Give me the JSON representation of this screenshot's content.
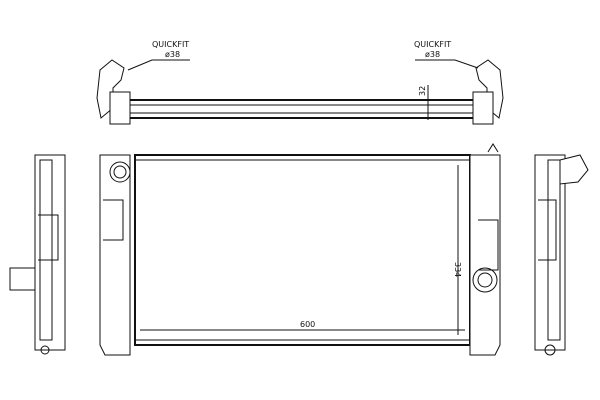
{
  "labels": {
    "left_connector": {
      "name": "QUICKFIT",
      "diameter": "ø38"
    },
    "right_connector": {
      "name": "QUICKFIT",
      "diameter": "ø38"
    }
  },
  "dimensions": {
    "depth": "32",
    "height": "334",
    "width": "600"
  }
}
